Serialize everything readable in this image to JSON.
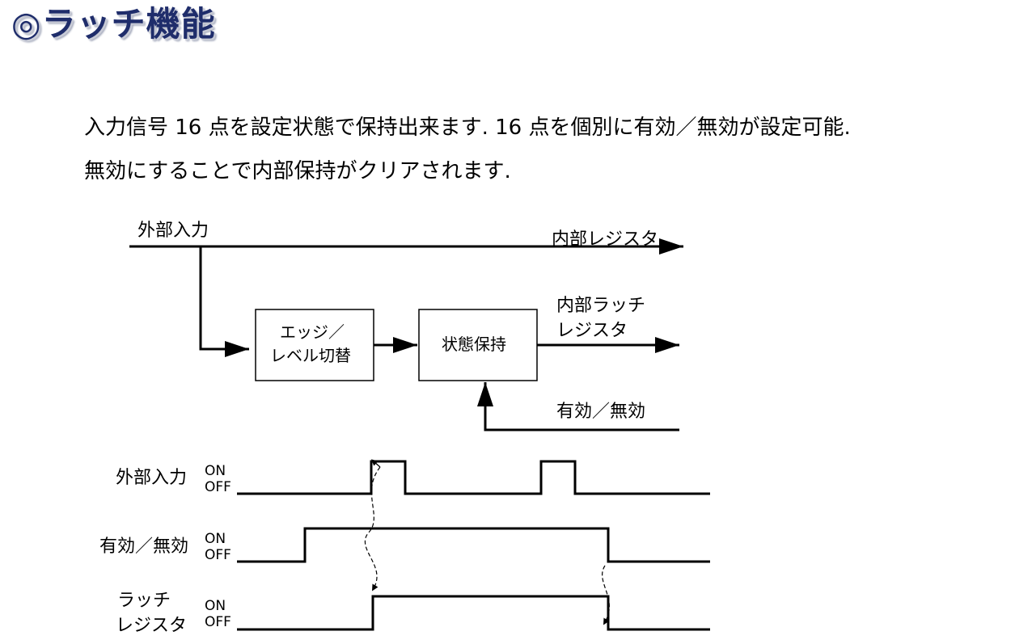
{
  "title": "◎ラッチ機能",
  "description": {
    "line1": "入力信号 16 点を設定状態で保持出来ます. 16 点を個別に有効／無効が設定可能.",
    "line2": "無効にすることで内部保持がクリアされます."
  },
  "block_diagram": {
    "input_label": "外部入力",
    "register_label": "内部レジスタ",
    "latch_register_label_line1": "内部ラッチ",
    "latch_register_label_line2": "レジスタ",
    "edge_level_box_line1": "エッジ／",
    "edge_level_box_line2": "レベル切替",
    "state_hold_box": "状態保持",
    "enable_label": "有効／無効"
  },
  "timing_chart": {
    "signals": [
      {
        "name": "外部入力",
        "on_label": "ON",
        "off_label": "OFF"
      },
      {
        "name": "有効／無効",
        "on_label": "ON",
        "off_label": "OFF"
      },
      {
        "name_line1": "ラッチ",
        "name_line2": "レジスタ",
        "on_label": "ON",
        "off_label": "OFF"
      }
    ]
  },
  "colors": {
    "title": "#1f2d6b",
    "line": "#000000"
  }
}
